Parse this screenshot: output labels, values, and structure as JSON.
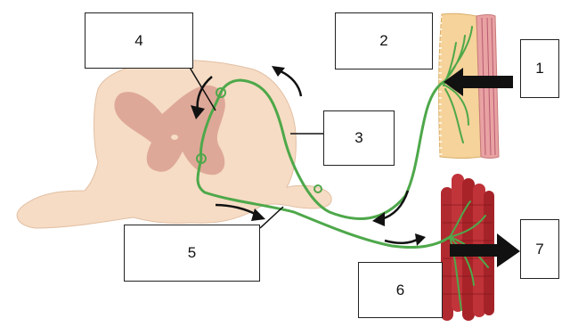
{
  "labels": {
    "l1": "1",
    "l2": "2",
    "l3": "3",
    "l4": "4",
    "l5": "5",
    "l6": "6",
    "l7": "7"
  },
  "colors": {
    "spinal_cord": "#f6dcc4",
    "gray_matter": "#d99f91",
    "neuron": "#4ea84a",
    "skin_outer": "#f5d39a",
    "skin_dermis": "#e8a2a2",
    "muscle": "#b02a30",
    "arrow": "#111111"
  }
}
